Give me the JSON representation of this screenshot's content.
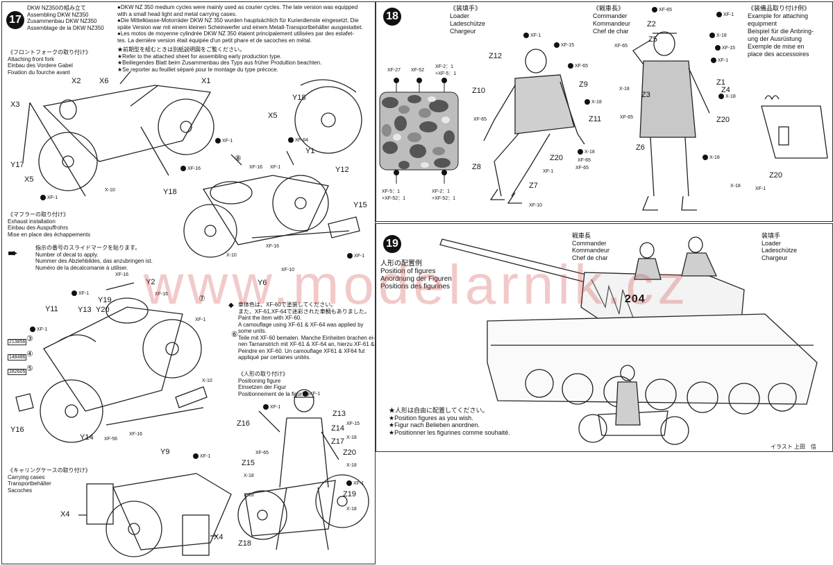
{
  "step17": {
    "number": "17",
    "title_lines": [
      "DKW NZ350の組み立て",
      "Assembling DKW NZ350",
      "Zusammenbau DKW NZ350",
      "Assemblage de la DKW NZ350"
    ],
    "intro_lines": [
      "●DKW NZ 350 medium cycles were mainly used as courier cycles. The late version was equipped",
      "with a small head light and metal carrying cases.",
      "●Die Mittelklasse-Motorräder DKW NZ 350 wurden hauptsächlich für Kurierdienste eingesetzt. Die",
      "späte Version war mit einem kleinen Scheinwerfer und einem Metall-Transportbehälter ausgestattet.",
      "●Les motos de moyenne cylindrée DKW NZ 350 étaient principalement utilisées par des estafet-",
      "tes. La dernière version était équipée d'un petit phare et de sacoches en métal."
    ],
    "note_lines": [
      "★前期型を組むときは別紙説明図をご覧ください。",
      "★Refer to the attached sheet for assembling early production type.",
      "★Beiliegendes Blatt beim Zusammenbau des Typs aus früher Produltion beachten.",
      "★Se reporter au feuillet séparé pour le montage du type précoce."
    ],
    "front_fork": [
      "《フロントフォークの取り付け》",
      "Attaching front fork",
      "Einbau des Vordere Gabel",
      "Fixation du fourche avant"
    ],
    "exhaust": [
      "《マフラーの取り付け》",
      "Exhaust installation",
      "Einbau des Auspuffrohrs",
      "Mise en place des échappements"
    ],
    "decal_note": [
      "指示の番号のスライドマークを貼ります。",
      "Number of decal to apply.",
      "Nummer des Abziehbildes, das anzubringen ist.",
      "Numéro de la décalcomanie à utiliser."
    ],
    "carrying": [
      "《キャリングケースの取り付け》",
      "Carrying cases",
      "Transportbehälter",
      "Sacoches"
    ],
    "paint_note": [
      "車体色は、XF-60で塗装してください。",
      "また、XF-61,XF-64で迷彩された車輌もありました。",
      "Paint the item with XF-60.",
      "A camouflage using XF-61 & XF-64 was applied by",
      "some units.",
      "Teile mit XF-60 bemalen. Manche Einheiten brachen ei-",
      "nen Tarnanstrich mit XF-61 & XF-64 an, hierzu XF-61 & XF-64 verwenden.",
      "Peindre en XF-60. Un camouflage XF61 & XF64 fut",
      "appliqué par certaines unités."
    ],
    "positioning": [
      "《人形の取り付け》",
      "Positioning figure",
      "Einsetzen der Figur",
      "Positionnement de la figurine"
    ],
    "part_labels": [
      "X2",
      "X6",
      "X1",
      "X3",
      "Y18",
      "X5",
      "Y17",
      "X5",
      "Y18",
      "Y1",
      "Y12",
      "Y15",
      "Y2",
      "Y19",
      "Y20",
      "Y11",
      "Y13",
      "Y16",
      "Y14",
      "Y9",
      "Y6",
      "X4",
      "X4",
      "Z16",
      "Z13",
      "Z14",
      "Z17",
      "Z15",
      "Z20",
      "Z19",
      "Z18"
    ],
    "paint_labels": [
      "XF-1",
      "XF-16",
      "X-10",
      "XF-1",
      "XF-64",
      "XF-16",
      "XF-1",
      "X-10",
      "XF-16",
      "XF-1",
      "XF-10",
      "XF-16",
      "XF-1",
      "XF-16",
      "XF-1",
      "XF-1",
      "XF-56",
      "XF-16",
      "X-10",
      "XF-1",
      "XF-1",
      "XF-65",
      "X-18",
      "XF-1",
      "XF-15",
      "X-18",
      "X-18",
      "XF-1",
      "X-18",
      "X-18"
    ],
    "decal_numbers": [
      "213856",
      "148486",
      "282605"
    ],
    "circled": [
      "⑦",
      "⑧",
      "③",
      "④",
      "⑤",
      "⑥"
    ]
  },
  "step18": {
    "number": "18",
    "loader": [
      "《装填手》",
      "Loader",
      "Ladeschütze",
      "Chargeur"
    ],
    "commander": [
      "《戦車長》",
      "Commander",
      "Kommandeur",
      "Chef de char"
    ],
    "equipment": [
      "《装備品取り付け例》",
      "Example for attaching",
      "equipment",
      "Beispiel für die Anbring-",
      "ung der Ausrüstung",
      "Exemple de mise en",
      "place des accessoires"
    ],
    "camo_top": [
      "XF-27",
      "XF-52",
      "XF-2：1\n+XF-5：1"
    ],
    "camo_bottom": [
      "XF-5：1\n+XF-52：1",
      "XF-2：1\n+XF-52：1"
    ],
    "loader_parts": [
      "Z12",
      "Z10",
      "Z9",
      "Z11",
      "Z8",
      "Z7",
      "Z20"
    ],
    "commander_parts": [
      "Z2",
      "Z5",
      "Z1",
      "Z3",
      "Z4",
      "Z20",
      "Z6"
    ],
    "equip_part": "Z20",
    "paint_labels": [
      "XF-1",
      "XF-15",
      "XF-65",
      "X-18",
      "X-18",
      "XF-65",
      "XF-1",
      "XF-65",
      "XF-10",
      "XF-65",
      "XF-1",
      "X-18",
      "XF-15",
      "XF-65",
      "X-18",
      "XF-1",
      "X-18",
      "XF-65",
      "X-18",
      "XF-1",
      "XF-65",
      "X-18"
    ]
  },
  "step19": {
    "number": "19",
    "title": [
      "人形の配置例",
      "Position of figures",
      "Anordnung der Figuren",
      "Positions des figurines"
    ],
    "commander": [
      "戦車長",
      "Commander",
      "Kommandeur",
      "Chef de char"
    ],
    "loader": [
      "装填手",
      "Loader",
      "Ladeschütze",
      "Chargeur"
    ],
    "note": [
      "★人形は自由に配置してください。",
      "★Position figures as you wish.",
      "★Figur nach Belieben anordnen.",
      "★Positionner les figurines comme souhaité."
    ],
    "turret_number": "204",
    "credit": "イラスト 上田　信"
  },
  "watermark": "www.modelarnik.cz"
}
